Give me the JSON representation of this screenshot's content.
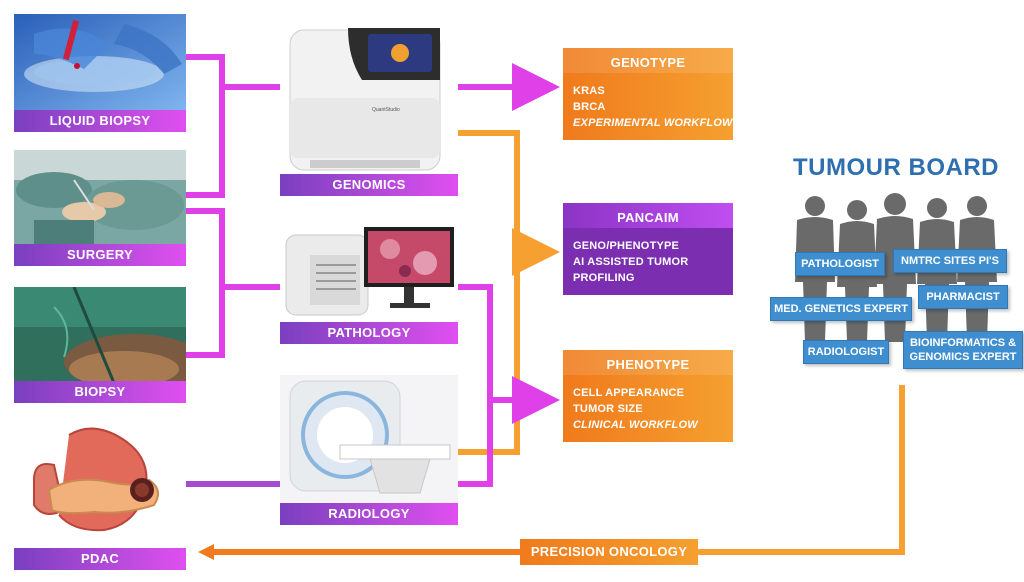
{
  "inputs": [
    {
      "label": "LIQUID BIOPSY"
    },
    {
      "label": "SURGERY"
    },
    {
      "label": "BIOPSY"
    },
    {
      "label": "PDAC"
    }
  ],
  "modalities": [
    {
      "label": "GENOMICS"
    },
    {
      "label": "PATHOLOGY"
    },
    {
      "label": "RADIOLOGY"
    }
  ],
  "device_brand": "QuantStudio",
  "outputs": {
    "genotype": {
      "title": "GENOTYPE",
      "line1": "KRAS",
      "line2": "BRCA",
      "line3": "EXPERIMENTAL WORKFLOW"
    },
    "pancaim": {
      "title": "PANCAIM",
      "line1": "GENO/PHENOTYPE",
      "line2": "AI ASSISTED TUMOR",
      "line3": "PROFILING"
    },
    "phenotype": {
      "title": "PHENOTYPE",
      "line1": "CELL APPEARANCE",
      "line2": "TUMOR SIZE",
      "line3": "CLINICAL WORKFLOW"
    }
  },
  "tumour_board": {
    "title": "TUMOUR BOARD",
    "roles": {
      "pathologist": "PATHOLOGIST",
      "nmtrc": "NMTRC SITES PI'S",
      "genetics": "MED. GENETICS EXPERT",
      "pharmacist": "PHARMACIST",
      "radiologist": "RADIOLOGIST",
      "bioinfo_1": "BIOINFORMATICS &",
      "bioinfo_2": "GENOMICS EXPERT"
    }
  },
  "footer": {
    "label": "PRECISION ONCOLOGY"
  },
  "colors": {
    "magenta": "#e040e8",
    "orange": "#f5a030",
    "purple_dark": "#7b2fb0",
    "blue_role": "#3f8fd0",
    "title_blue": "#2e6fb0"
  }
}
